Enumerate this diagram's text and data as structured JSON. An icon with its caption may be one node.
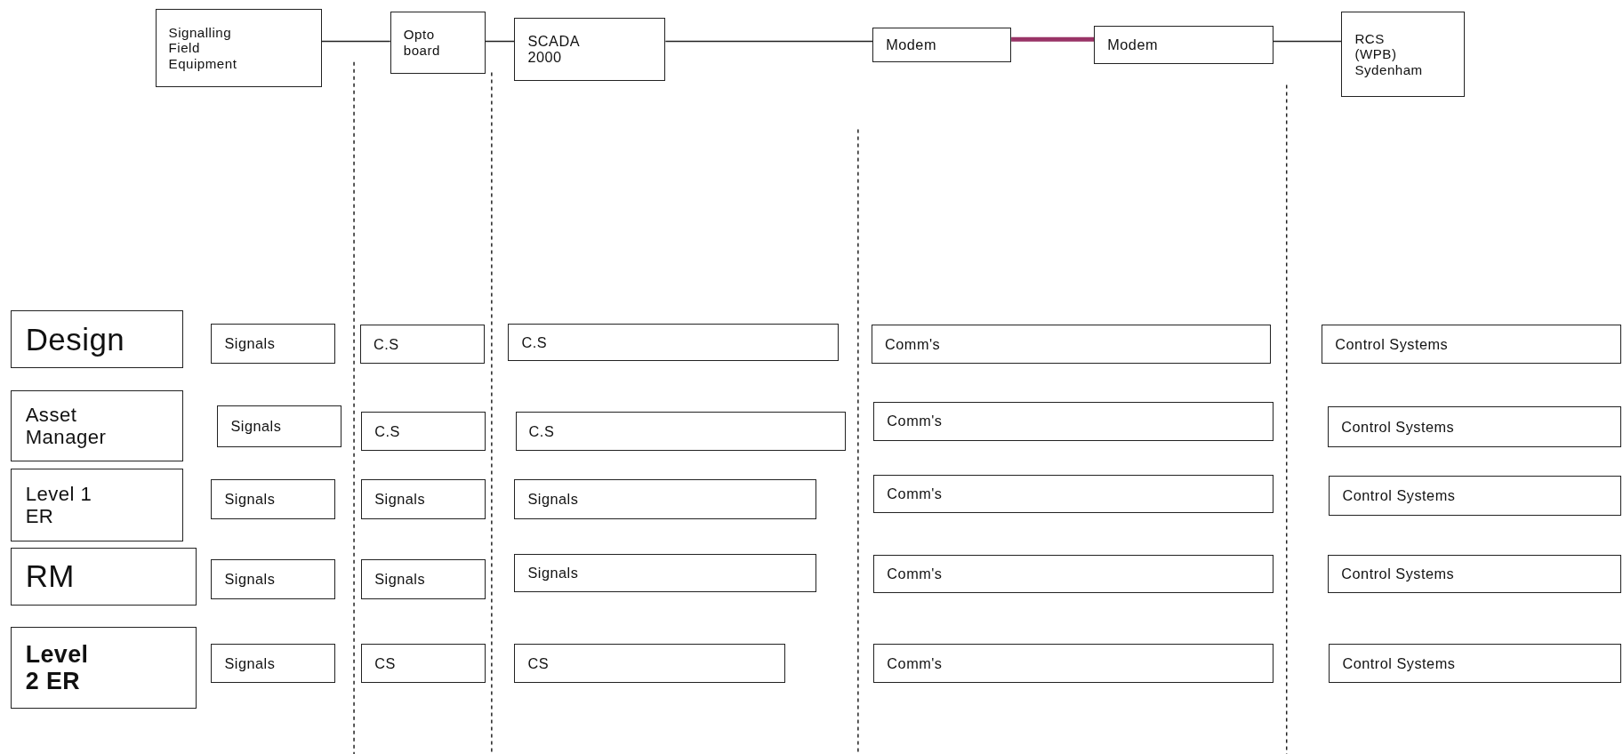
{
  "diagram": {
    "nodes": [
      {
        "text": [
          "Signalling Field Equipment"
        ]
      },
      {
        "text": [
          "Opto board"
        ]
      },
      {
        "text": [
          "SCADA 2000"
        ]
      },
      {
        "text": [
          "Modem"
        ]
      },
      {
        "text": [
          "Modem"
        ]
      },
      {
        "text": [
          "RCS (WPB) Sydenham"
        ]
      },
      {
        "text": [
          "Design"
        ]
      },
      {
        "text": [
          "Signals"
        ]
      },
      {
        "text": [
          "C.S"
        ]
      },
      {
        "text": [
          "C.S"
        ]
      },
      {
        "text": [
          "Comm's"
        ]
      },
      {
        "text": [
          "Control Systems"
        ]
      },
      {
        "text": [
          "Asset Manager"
        ]
      },
      {
        "text": [
          "Signals"
        ]
      },
      {
        "text": [
          "C.S"
        ]
      },
      {
        "text": [
          "C.S"
        ]
      },
      {
        "text": [
          "Comm's"
        ]
      },
      {
        "text": [
          "Control Systems"
        ]
      },
      {
        "text": [
          "Level 1 ER"
        ]
      },
      {
        "text": [
          "Signals"
        ]
      },
      {
        "text": [
          "Signals"
        ]
      },
      {
        "text": [
          "Signals"
        ]
      },
      {
        "text": [
          "Comm's"
        ]
      },
      {
        "text": [
          "Control Systems"
        ]
      },
      {
        "text": [
          "RM"
        ]
      },
      {
        "text": [
          "Signals"
        ]
      },
      {
        "text": [
          "Signals"
        ]
      },
      {
        "text": [
          "Signals"
        ]
      },
      {
        "text": [
          "Comm's"
        ]
      },
      {
        "text": [
          "Control Systems"
        ]
      },
      {
        "text": [
          "Level 2 ER"
        ]
      },
      {
        "text": [
          "Signals"
        ]
      },
      {
        "text": [
          "CS"
        ]
      },
      {
        "text": [
          "CS"
        ]
      },
      {
        "text": [
          "Comm's"
        ]
      },
      {
        "text": [
          "Control Systems"
        ]
      }
    ],
    "edges": [
      {
        "from": 0,
        "to": 1,
        "arrow": "none"
      },
      {
        "from": 1,
        "to": 2,
        "arrow": "none"
      },
      {
        "from": 2,
        "to": 3,
        "arrow": "none"
      },
      {
        "from": 3,
        "to": 4,
        "arrow": "none",
        "style": "thick",
        "color": "#993366"
      },
      {
        "from": 4,
        "to": 5,
        "arrow": "none"
      }
    ]
  }
}
